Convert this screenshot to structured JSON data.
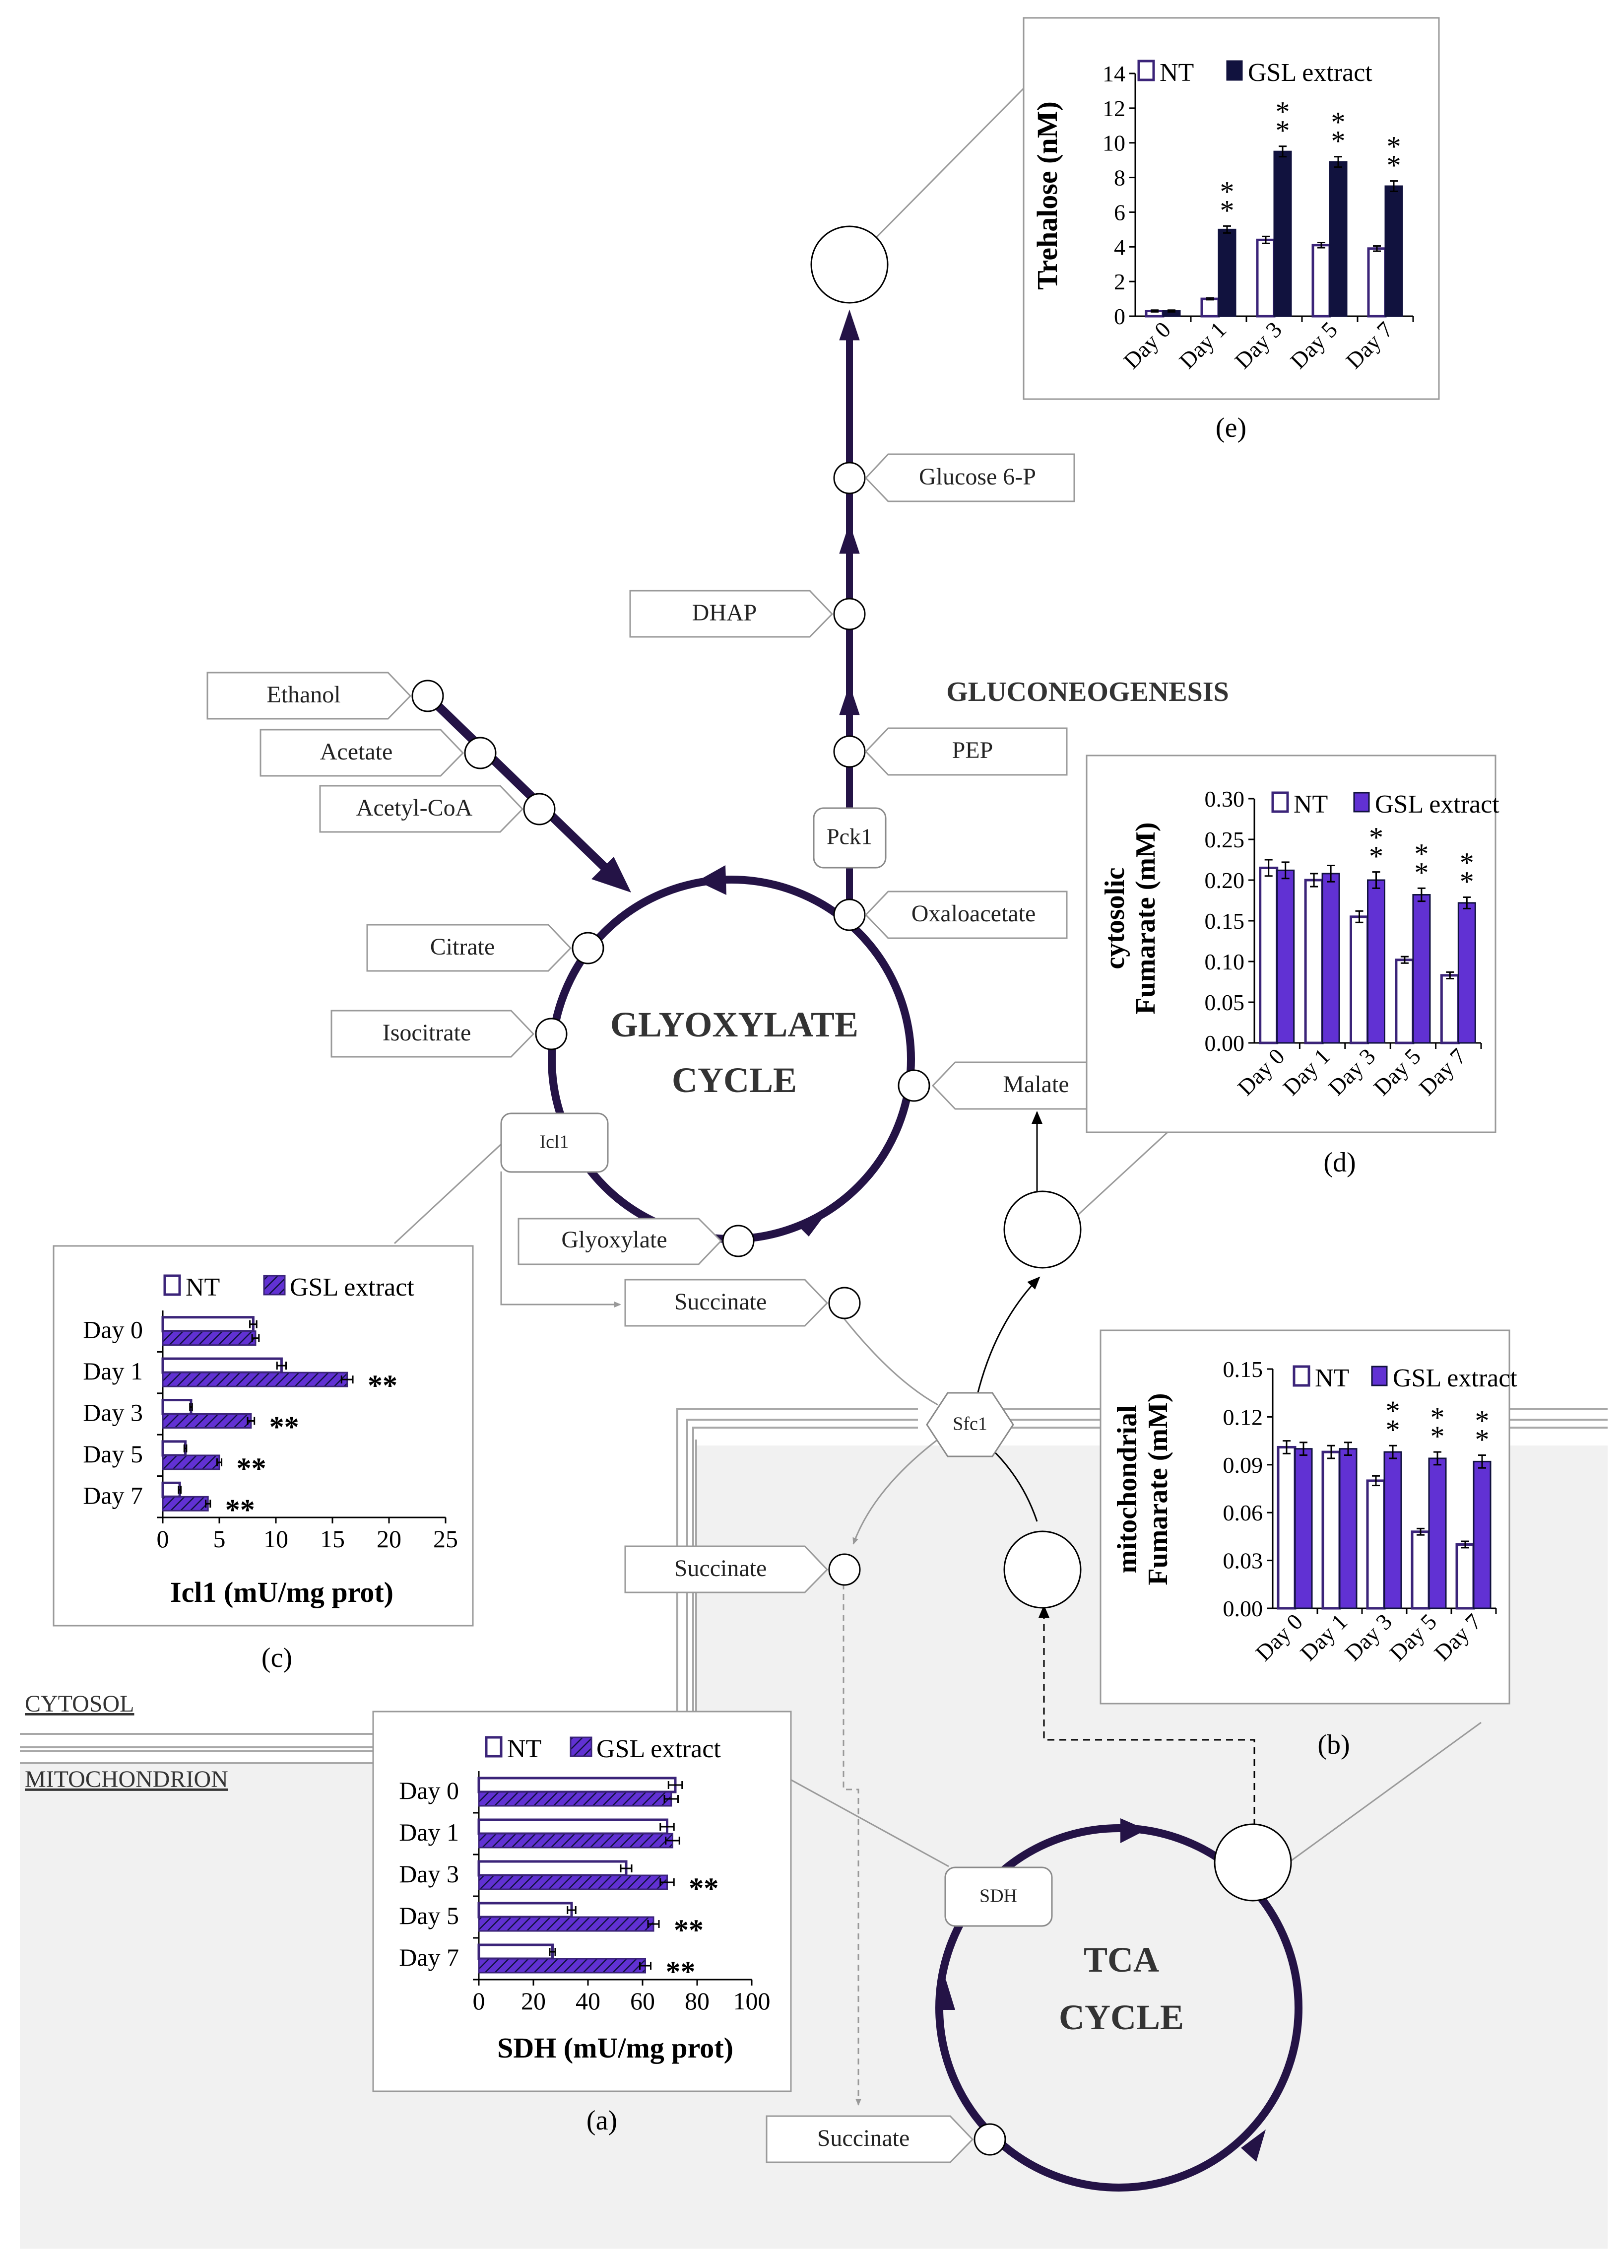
{
  "colors": {
    "pathway": "#241346",
    "nt_edge": "#3b2479",
    "gsl": "#6131d3",
    "gsl_dark": "#11123e",
    "mito_bg": "#f1f1f1",
    "panel_border": "#9a9a9a"
  },
  "labels": {
    "gluconeogenesis": "GLUCONEOGENESIS",
    "glyoxylate_line1": "GLYOXYLATE",
    "glyoxylate_line2": "CYCLE",
    "tca_line1": "TCA",
    "tca_line2": "CYCLE",
    "cytosol": "CYTOSOL",
    "mitochondrion": "MITOCHONDRION"
  },
  "metabolites": {
    "glucose6p": "Glucose 6-P",
    "dhap": "DHAP",
    "ethanol": "Ethanol",
    "acetate": "Acetate",
    "acetyl_coa": "Acetyl-CoA",
    "pep": "PEP",
    "oxaloacetate": "Oxaloacetate",
    "citrate": "Citrate",
    "isocitrate": "Isocitrate",
    "malate": "Malate",
    "glyoxylate": "Glyoxylate",
    "succinate_cyto": "Succinate",
    "succinate_mid": "Succinate",
    "succinate_mito": "Succinate"
  },
  "enzymes": {
    "pck1": "Pck1",
    "icl1": "Icl1",
    "sfc1": "Sfc1",
    "sdh": "SDH"
  },
  "chart_data": [
    {
      "id": "e",
      "type": "bar",
      "orientation": "vertical",
      "panel_label": "(e)",
      "ylabel": "Trehalose (nM)",
      "categories": [
        "Day 0",
        "Day 1",
        "Day 3",
        "Day 5",
        "Day 7"
      ],
      "series": [
        {
          "name": "NT",
          "values": [
            0.3,
            1.0,
            4.4,
            4.1,
            3.9
          ],
          "errors": [
            0.05,
            0.05,
            0.2,
            0.15,
            0.15
          ]
        },
        {
          "name": "GSL extract",
          "values": [
            0.3,
            5.0,
            9.5,
            8.9,
            7.5
          ],
          "errors": [
            0.05,
            0.2,
            0.3,
            0.3,
            0.3
          ]
        }
      ],
      "significance": [
        "",
        "**",
        "**",
        "**",
        "**"
      ],
      "ylim": [
        0,
        14
      ],
      "yticks": [
        "0",
        "2",
        "4",
        "6",
        "8",
        "10",
        "12",
        "14"
      ]
    },
    {
      "id": "d",
      "type": "bar",
      "orientation": "vertical",
      "panel_label": "(d)",
      "ylabel_line1": "cytosolic",
      "ylabel_line2": "Fumarate (mM)",
      "categories": [
        "Day 0",
        "Day 1",
        "Day 3",
        "Day 5",
        "Day 7"
      ],
      "series": [
        {
          "name": "NT",
          "values": [
            0.215,
            0.2,
            0.155,
            0.102,
            0.083
          ],
          "errors": [
            0.01,
            0.008,
            0.007,
            0.004,
            0.004
          ]
        },
        {
          "name": "GSL extract",
          "values": [
            0.212,
            0.208,
            0.2,
            0.182,
            0.172
          ],
          "errors": [
            0.01,
            0.01,
            0.01,
            0.008,
            0.007
          ]
        }
      ],
      "significance": [
        "",
        "",
        "**",
        "**",
        "**"
      ],
      "ylim": [
        0,
        0.3
      ],
      "yticks": [
        "0.00",
        "0.05",
        "0.10",
        "0.15",
        "0.20",
        "0.25",
        "0.30"
      ]
    },
    {
      "id": "b",
      "type": "bar",
      "orientation": "vertical",
      "panel_label": "(b)",
      "ylabel_line1": "mitochondrial",
      "ylabel_line2": "Fumarate (mM)",
      "categories": [
        "Day 0",
        "Day 1",
        "Day 3",
        "Day 5",
        "Day 7"
      ],
      "series": [
        {
          "name": "NT",
          "values": [
            0.101,
            0.098,
            0.08,
            0.048,
            0.04
          ],
          "errors": [
            0.004,
            0.004,
            0.003,
            0.002,
            0.002
          ]
        },
        {
          "name": "GSL extract",
          "values": [
            0.1,
            0.1,
            0.098,
            0.094,
            0.092
          ],
          "errors": [
            0.004,
            0.004,
            0.004,
            0.004,
            0.004
          ]
        }
      ],
      "significance": [
        "",
        "",
        "**",
        "**",
        "**"
      ],
      "ylim": [
        0,
        0.15
      ],
      "yticks": [
        "0.00",
        "0.03",
        "0.06",
        "0.09",
        "0.12",
        "0.15"
      ]
    },
    {
      "id": "c",
      "type": "bar",
      "orientation": "horizontal",
      "panel_label": "(c)",
      "xlabel": "Icl1 (mU/mg prot)",
      "categories": [
        "Day 0",
        "Day 1",
        "Day 3",
        "Day 5",
        "Day 7"
      ],
      "series": [
        {
          "name": "NT",
          "values": [
            8.0,
            10.5,
            2.5,
            2.0,
            1.5
          ],
          "errors": [
            0.3,
            0.4,
            0.1,
            0.1,
            0.1
          ]
        },
        {
          "name": "GSL extract",
          "values": [
            8.2,
            16.3,
            7.8,
            5.0,
            4.0
          ],
          "errors": [
            0.3,
            0.5,
            0.3,
            0.2,
            0.2
          ]
        }
      ],
      "significance": [
        "",
        "**",
        "**",
        "**",
        "**"
      ],
      "xlim": [
        0,
        25
      ],
      "xticks": [
        "0",
        "5",
        "10",
        "15",
        "20",
        "25"
      ]
    },
    {
      "id": "a",
      "type": "bar",
      "orientation": "horizontal",
      "panel_label": "(a)",
      "xlabel": "SDH (mU/mg prot)",
      "categories": [
        "Day 0",
        "Day 1",
        "Day 3",
        "Day 5",
        "Day 7"
      ],
      "series": [
        {
          "name": "NT",
          "values": [
            72,
            69,
            54,
            34,
            27
          ],
          "errors": [
            2.5,
            2.5,
            2,
            1.5,
            1
          ]
        },
        {
          "name": "GSL extract",
          "values": [
            70.5,
            71,
            69,
            64,
            61
          ],
          "errors": [
            2.5,
            2.5,
            2.5,
            2,
            2
          ]
        }
      ],
      "significance": [
        "",
        "",
        "**",
        "**",
        "**"
      ],
      "xlim": [
        0,
        100
      ],
      "xticks": [
        "0",
        "20",
        "40",
        "60",
        "80",
        "100"
      ]
    }
  ]
}
